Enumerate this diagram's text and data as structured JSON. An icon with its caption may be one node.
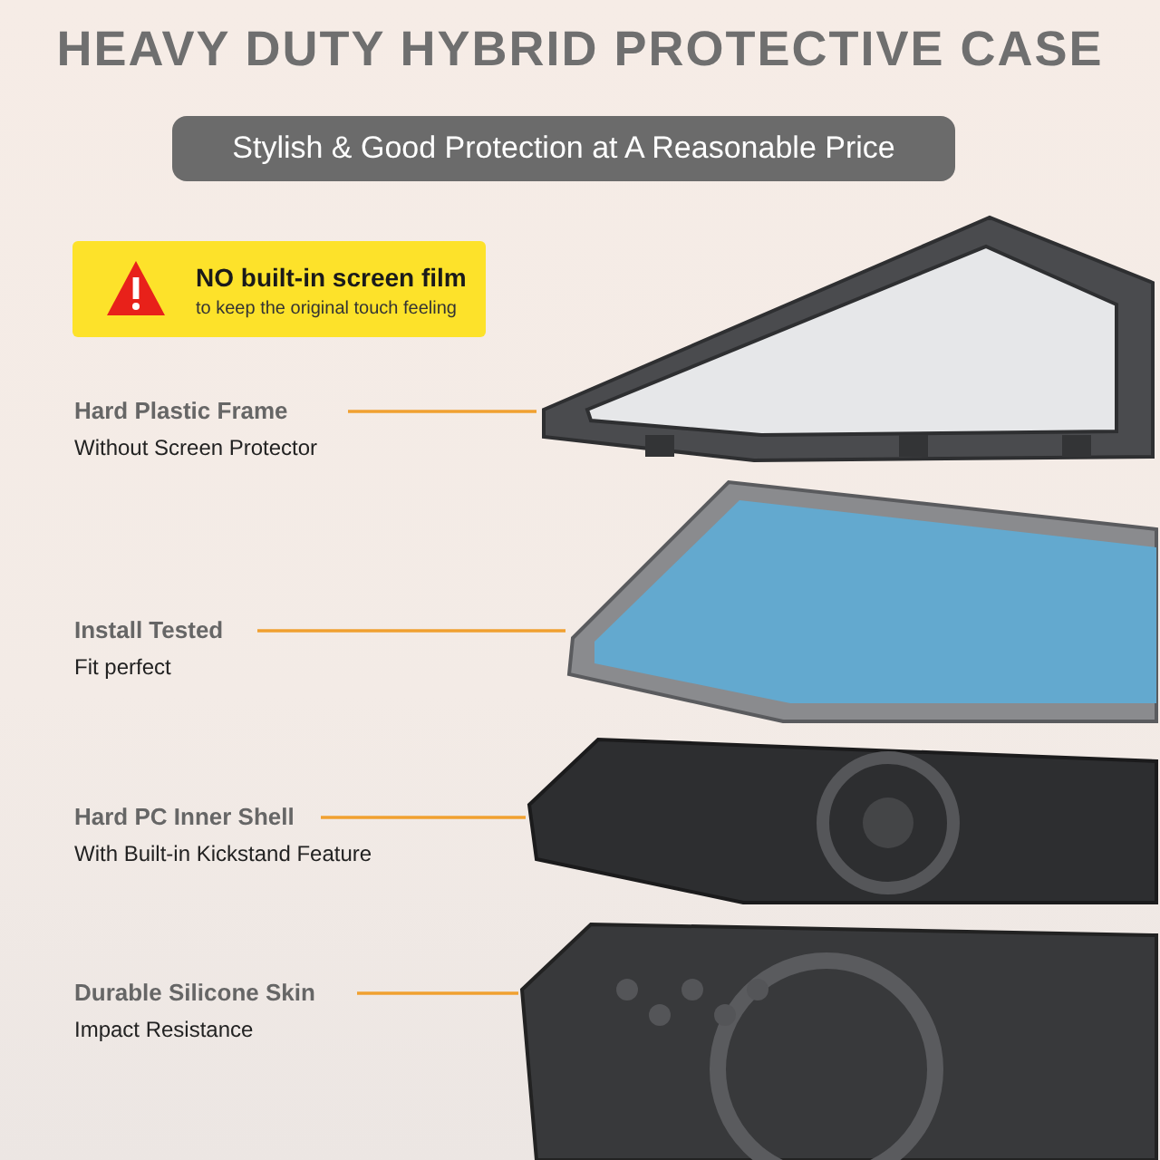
{
  "diagram": {
    "title": "HEAVY DUTY HYBRID PROTECTIVE CASE",
    "nodes": [
      {
        "text": [
          "Stylish & Good Protection at A Reasonable Price"
        ]
      },
      {
        "text": [
          "NO built-in screen film",
          "to keep the original touch feeling"
        ]
      },
      {
        "text": [
          "Hard Plastic Frame",
          "Without Screen Protector"
        ]
      },
      {
        "text": [
          "Install Tested",
          "Fit perfect"
        ]
      },
      {
        "text": [
          "Hard PC Inner Shell",
          "With Built-in Kickstand Feature"
        ]
      },
      {
        "text": [
          "Durable Silicone Skin",
          "Impact Resistance"
        ]
      },
      {
        "text": [],
        "shape": "picture"
      },
      {
        "text": [],
        "shape": "picture"
      },
      {
        "text": [],
        "shape": "picture"
      },
      {
        "text": [],
        "shape": "picture"
      }
    ],
    "edges": [
      {
        "from": 2,
        "to": 6,
        "arrow": "none"
      },
      {
        "from": 3,
        "to": 7,
        "arrow": "none"
      },
      {
        "from": 4,
        "to": 8,
        "arrow": "none"
      },
      {
        "from": 5,
        "to": 9,
        "arrow": "none"
      }
    ]
  }
}
